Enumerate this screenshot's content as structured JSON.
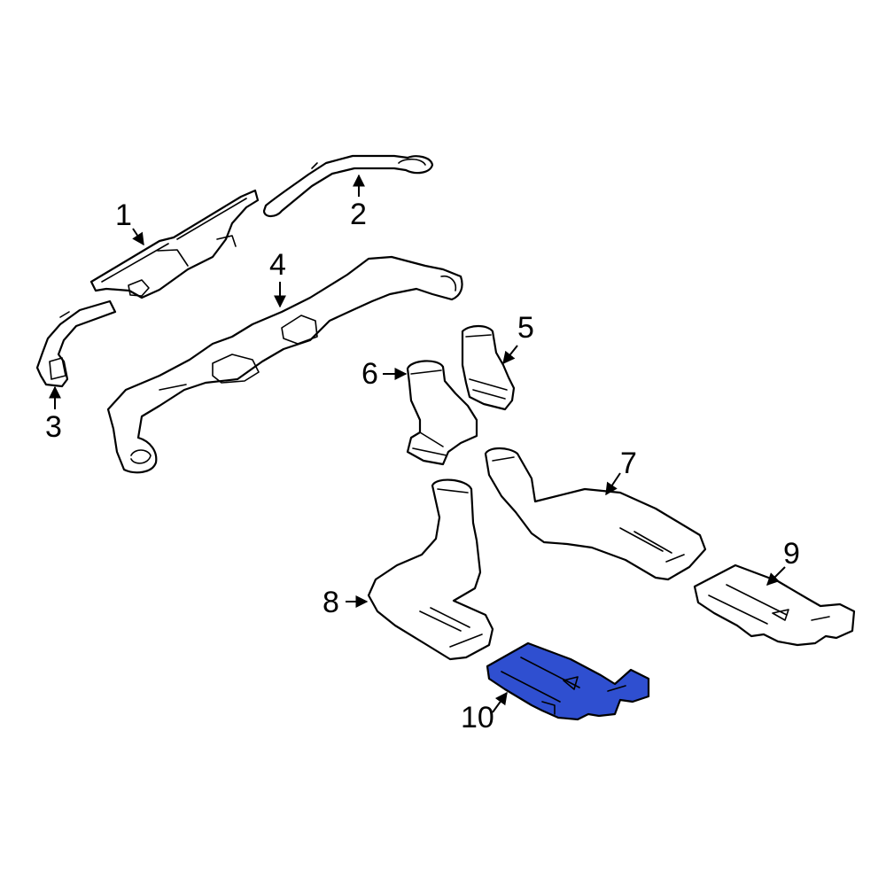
{
  "colors": {
    "highlight": "#2f4fd0",
    "stroke": "#000000",
    "background": "#ffffff"
  },
  "callouts": {
    "c1": "1",
    "c2": "2",
    "c3": "3",
    "c4": "4",
    "c5": "5",
    "c6": "6",
    "c7": "7",
    "c8": "8",
    "c9": "9",
    "c10": "10"
  },
  "highlighted_part": "10"
}
